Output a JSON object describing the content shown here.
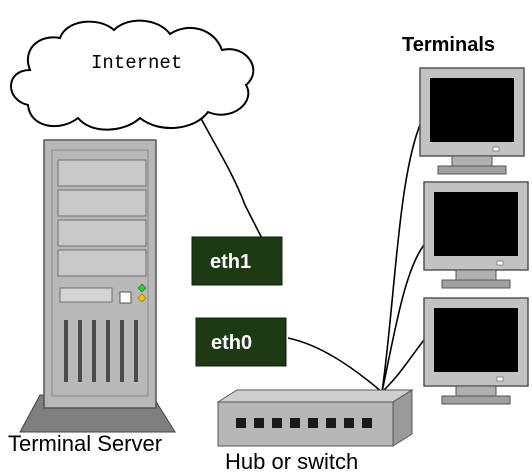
{
  "cloud": {
    "label": "Internet"
  },
  "interfaces": {
    "eth1": "eth1",
    "eth0": "eth0"
  },
  "labels": {
    "terminals": "Terminals",
    "server": "Terminal Server",
    "hub": "Hub or switch"
  },
  "colors": {
    "interface_box": "#1e3a14",
    "server_body": "#b8b8b8",
    "monitor_screen": "#000000",
    "led_green": "#2ecc40",
    "led_yellow": "#f1c40f"
  },
  "hub_ports": 8,
  "terminal_count": 3
}
